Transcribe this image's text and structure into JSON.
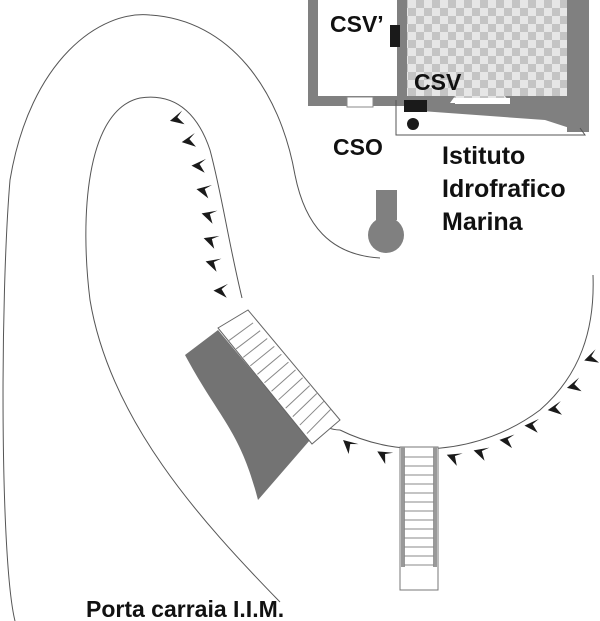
{
  "diagram": {
    "title": "Porta carraia I.I.M.",
    "labels": {
      "csv_prime": "CSV’",
      "csv": "CSV",
      "cso": "CSO",
      "institute_line1": "Istituto",
      "institute_line2": "Idrofrafico",
      "institute_line3": "Marina",
      "gate": "Porta carraia I.I.M."
    },
    "colors": {
      "wall": "#808080",
      "dark": "#1a1a1a",
      "line": "#555555",
      "checker_light": "#e6e6e6",
      "checker_dark": "#c4c4c4",
      "background": "#ffffff"
    },
    "elements": {
      "sensors": [
        "CSV’",
        "CSV",
        "CSO"
      ],
      "staircases": 2,
      "bollard_marker": "keyhole-shaped structure"
    }
  }
}
